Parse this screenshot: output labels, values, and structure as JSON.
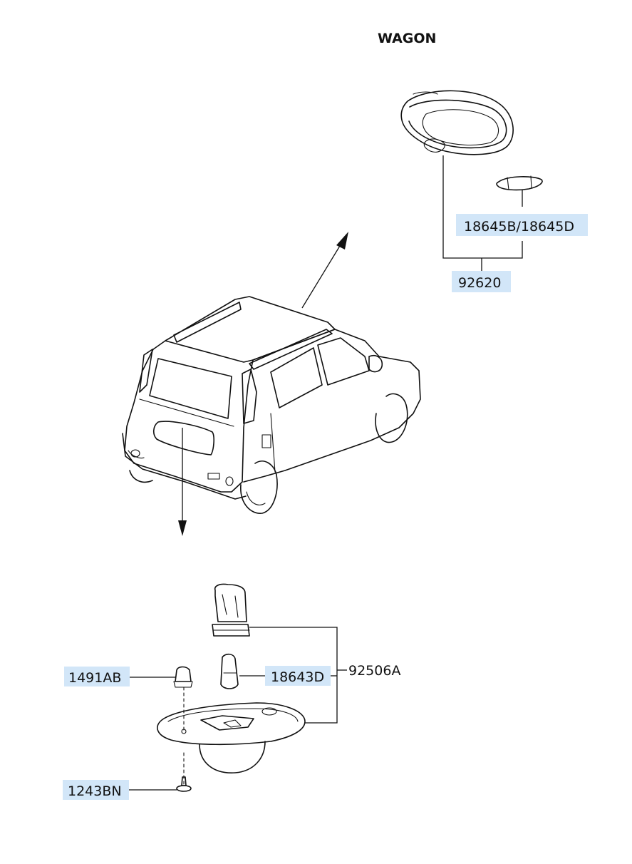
{
  "title": "WAGON",
  "parts": {
    "dome_bulb": "18645B/18645D",
    "room_lamp": "92620",
    "plate_lamp": "92506A",
    "plate_bulb": "18643D",
    "grommet": "1491AB",
    "screw": "1243BN"
  },
  "colors": {
    "label_highlight": "#d2e6f8",
    "line": "#111111"
  }
}
